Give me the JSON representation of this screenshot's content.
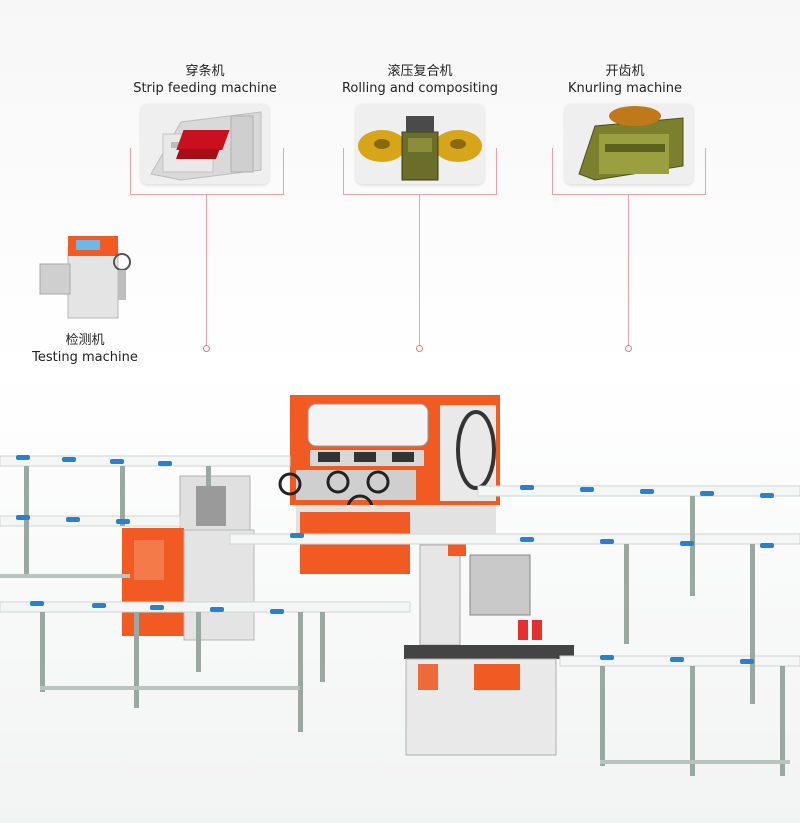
{
  "callouts": {
    "strip": {
      "zh": "穿条机",
      "en": "Strip feeding machine"
    },
    "rolling": {
      "zh": "滚压复合机",
      "en": "Rolling and compositing"
    },
    "knurling": {
      "zh": "开齿机",
      "en": "Knurling  machine"
    },
    "testing": {
      "zh": "检测机",
      "en": "Testing machine"
    }
  },
  "colors": {
    "machine_orange": "#f15a22",
    "machine_grey": "#dcdcdc",
    "rail_white": "#f4f6f5",
    "rail_blue": "#2a7fd0",
    "leader_pink": "#e8a3b0"
  }
}
